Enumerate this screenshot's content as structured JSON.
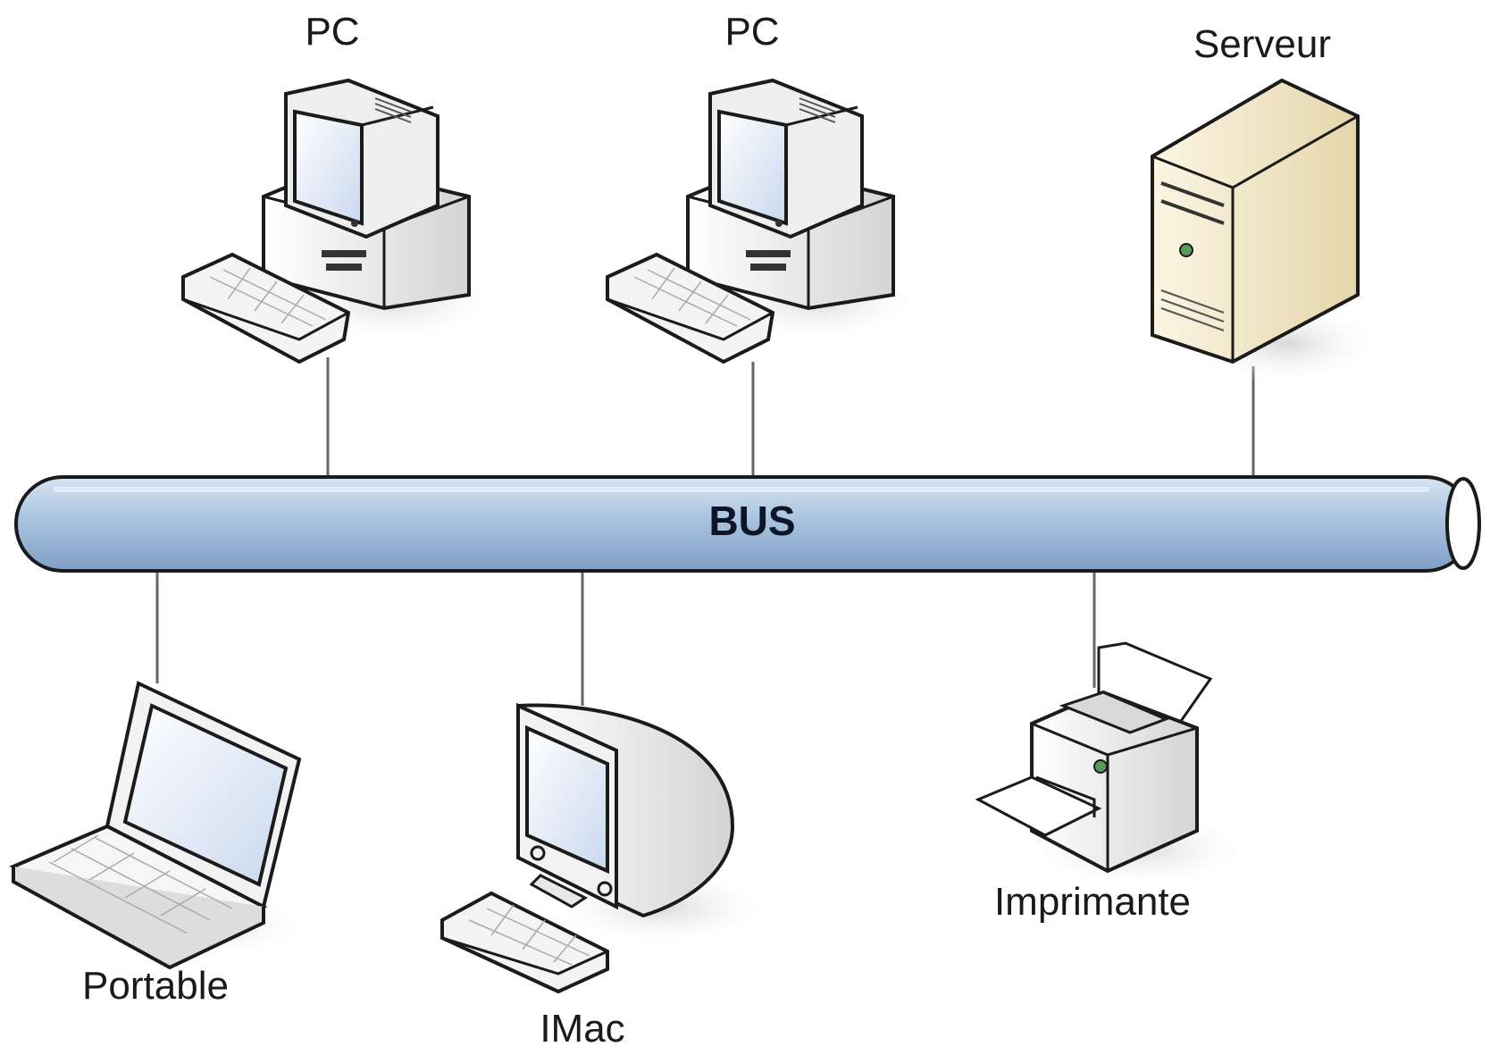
{
  "diagram": {
    "bus_label": "BUS",
    "nodes": [
      {
        "id": "pc1",
        "label": "PC",
        "icon": "desktop-pc-icon"
      },
      {
        "id": "pc2",
        "label": "PC",
        "icon": "desktop-pc-icon"
      },
      {
        "id": "server",
        "label": "Serveur",
        "icon": "server-tower-icon"
      },
      {
        "id": "laptop",
        "label": "Portable",
        "icon": "laptop-icon"
      },
      {
        "id": "imac",
        "label": "IMac",
        "icon": "imac-icon"
      },
      {
        "id": "printer",
        "label": "Imprimante",
        "icon": "printer-icon"
      }
    ]
  },
  "colors": {
    "bus_fill": "#a9c4e0",
    "bus_stroke": "#1b1b1b",
    "link": "#666666",
    "device_body": "#f2f2f2",
    "device_stroke": "#1b1b1b",
    "screen": "#dfe8f5",
    "server_body": "#f0e6c8"
  }
}
